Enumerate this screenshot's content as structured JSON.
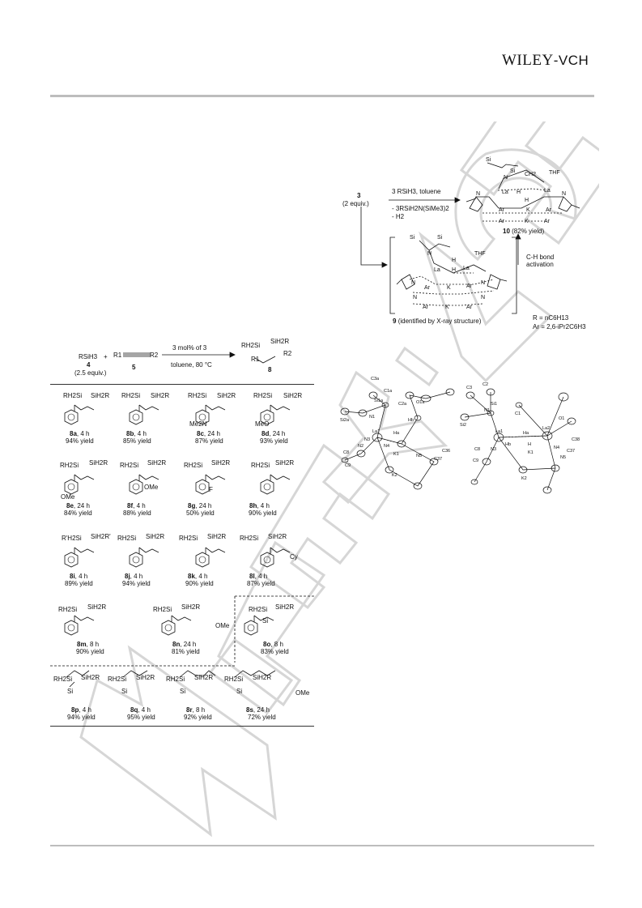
{
  "header": {
    "logo_main": "WILEY",
    "logo_sub": "-VCH"
  },
  "scheme_top": {
    "start_label": "3",
    "start_equiv": "(2 equiv.)",
    "reagent_above": "3 RSiH3, toluene",
    "byproduct_1": "- 3RSiH2N(SiMe3)2",
    "byproduct_2": "- H2",
    "product10_label": "10",
    "product10_yield": "(82% yield)",
    "activation_line1": "C-H bond",
    "activation_line2": "activation",
    "int9_label": "9",
    "int9_note": "(identified by X-ray structure)",
    "r_def": "R = nC6H13",
    "ar_def": "Ar = 2,6-iPr2C6H3",
    "atoms": {
      "si": "Si",
      "n": "N",
      "la": "La",
      "h": "H",
      "thf": "THF",
      "k": "K",
      "ar": "Ar",
      "ch2": "CH2"
    }
  },
  "reaction": {
    "silane": "RSiH3",
    "silane_num": "4",
    "silane_equiv": "(2.5 equiv.)",
    "plus": "+",
    "alkyne_r1": "R1",
    "alkyne_r2": "R2",
    "alkyne_num": "5",
    "catalyst": "3 mol% of 3",
    "conditions": "toluene, 80 °C",
    "product_num": "8",
    "prod_left": "RH2Si",
    "prod_right": "SiH2R",
    "prod_r1": "R1",
    "prod_r2": "R2"
  },
  "products": [
    {
      "id": "8a",
      "time": ", 4 h",
      "yield": "94% yield",
      "left": "RH2Si",
      "right": "SiH2R",
      "sub": ""
    },
    {
      "id": "8b",
      "time": ", 4 h",
      "yield": "85% yield",
      "left": "RH2Si",
      "right": "SiH2R",
      "sub": ""
    },
    {
      "id": "8c",
      "time": ", 24 h",
      "yield": "87% yield",
      "left": "RH2Si",
      "right": "SiH2R",
      "sub": "Me2N"
    },
    {
      "id": "8d",
      "time": ", 24 h",
      "yield": "93% yield",
      "left": "RH2Si",
      "right": "SiH2R",
      "sub": "MeO"
    },
    {
      "id": "8e",
      "time": ", 24 h",
      "yield": "84% yield",
      "left": "RH2Si",
      "right": "SiH2R",
      "sub": "OMe"
    },
    {
      "id": "8f",
      "time": ", 4 h",
      "yield": "88% yield",
      "left": "RH2Si",
      "right": "SiH2R",
      "sub": "OMe"
    },
    {
      "id": "8g",
      "time": ", 24 h",
      "yield": "50% yield",
      "left": "RH2Si",
      "right": "SiH2R",
      "sub": "F"
    },
    {
      "id": "8h",
      "time": ", 4 h",
      "yield": "90% yield",
      "left": "RH2Si",
      "right": "SiH2R",
      "sub": ""
    },
    {
      "id": "8i",
      "time": ", 4 h",
      "yield": "89% yield",
      "left": "R'H2Si",
      "right": "SiH2R'",
      "sub": ""
    },
    {
      "id": "8j",
      "time": ", 4 h",
      "yield": "94% yield",
      "left": "RH2Si",
      "right": "SiH2R",
      "sub": ""
    },
    {
      "id": "8k",
      "time": ", 4 h",
      "yield": "90% yield",
      "left": "RH2Si",
      "right": "SiH2R",
      "sub": ""
    },
    {
      "id": "8l",
      "time": ", 4 h",
      "yield": "87% yield",
      "left": "RH2Si",
      "right": "SiH2R",
      "sub": "Cy"
    },
    {
      "id": "8m",
      "time": ", 8 h",
      "yield": "90% yield",
      "left": "RH2Si",
      "right": "SiH2R",
      "sub": ""
    },
    {
      "id": "8n",
      "time": ", 24 h",
      "yield": "81% yield",
      "left": "RH2Si",
      "right": "SiH2R",
      "sub": "OMe"
    },
    {
      "id": "8o",
      "time": ", 8 h",
      "yield": "83% yield",
      "left": "RH2Si",
      "right": "SiH2R",
      "sub": "Si"
    },
    {
      "id": "8p",
      "time": ", 4 h",
      "yield": "94% yield",
      "left": "RH2Si",
      "right": "SiH2R",
      "sub": "Si"
    },
    {
      "id": "8q",
      "time": ", 4 h",
      "yield": "95% yield",
      "left": "RH2Si",
      "right": "SiH2R",
      "sub": "Si"
    },
    {
      "id": "8r",
      "time": ", 8 h",
      "yield": "92% yield",
      "left": "RH2Si",
      "right": "SiH2R",
      "sub": "Si"
    },
    {
      "id": "8s",
      "time": ", 24 h",
      "yield": "72% yield",
      "left": "RH2Si",
      "right": "SiH2R",
      "sub": "OMe"
    }
  ],
  "xray": {
    "left_labels": [
      "C3a",
      "C1a",
      "Si1a",
      "C2a",
      "Si2a",
      "N1",
      "O1a",
      "Hb",
      "La1",
      "Ha",
      "N4",
      "N3",
      "N2",
      "C36",
      "C37",
      "N5",
      "K1",
      "K2",
      "C8",
      "C9"
    ],
    "right_labels": [
      "C3",
      "C2",
      "Si2",
      "N1",
      "Si1",
      "C1",
      "La1",
      "Ha",
      "La2",
      "O1",
      "C38",
      "H",
      "Hb",
      "K1",
      "K2",
      "C37",
      "N5",
      "N4",
      "N3",
      "C8",
      "C9"
    ]
  },
  "colors": {
    "rule": "#bdbdbd",
    "watermark": "#d9d9d9",
    "ink": "#111111"
  }
}
